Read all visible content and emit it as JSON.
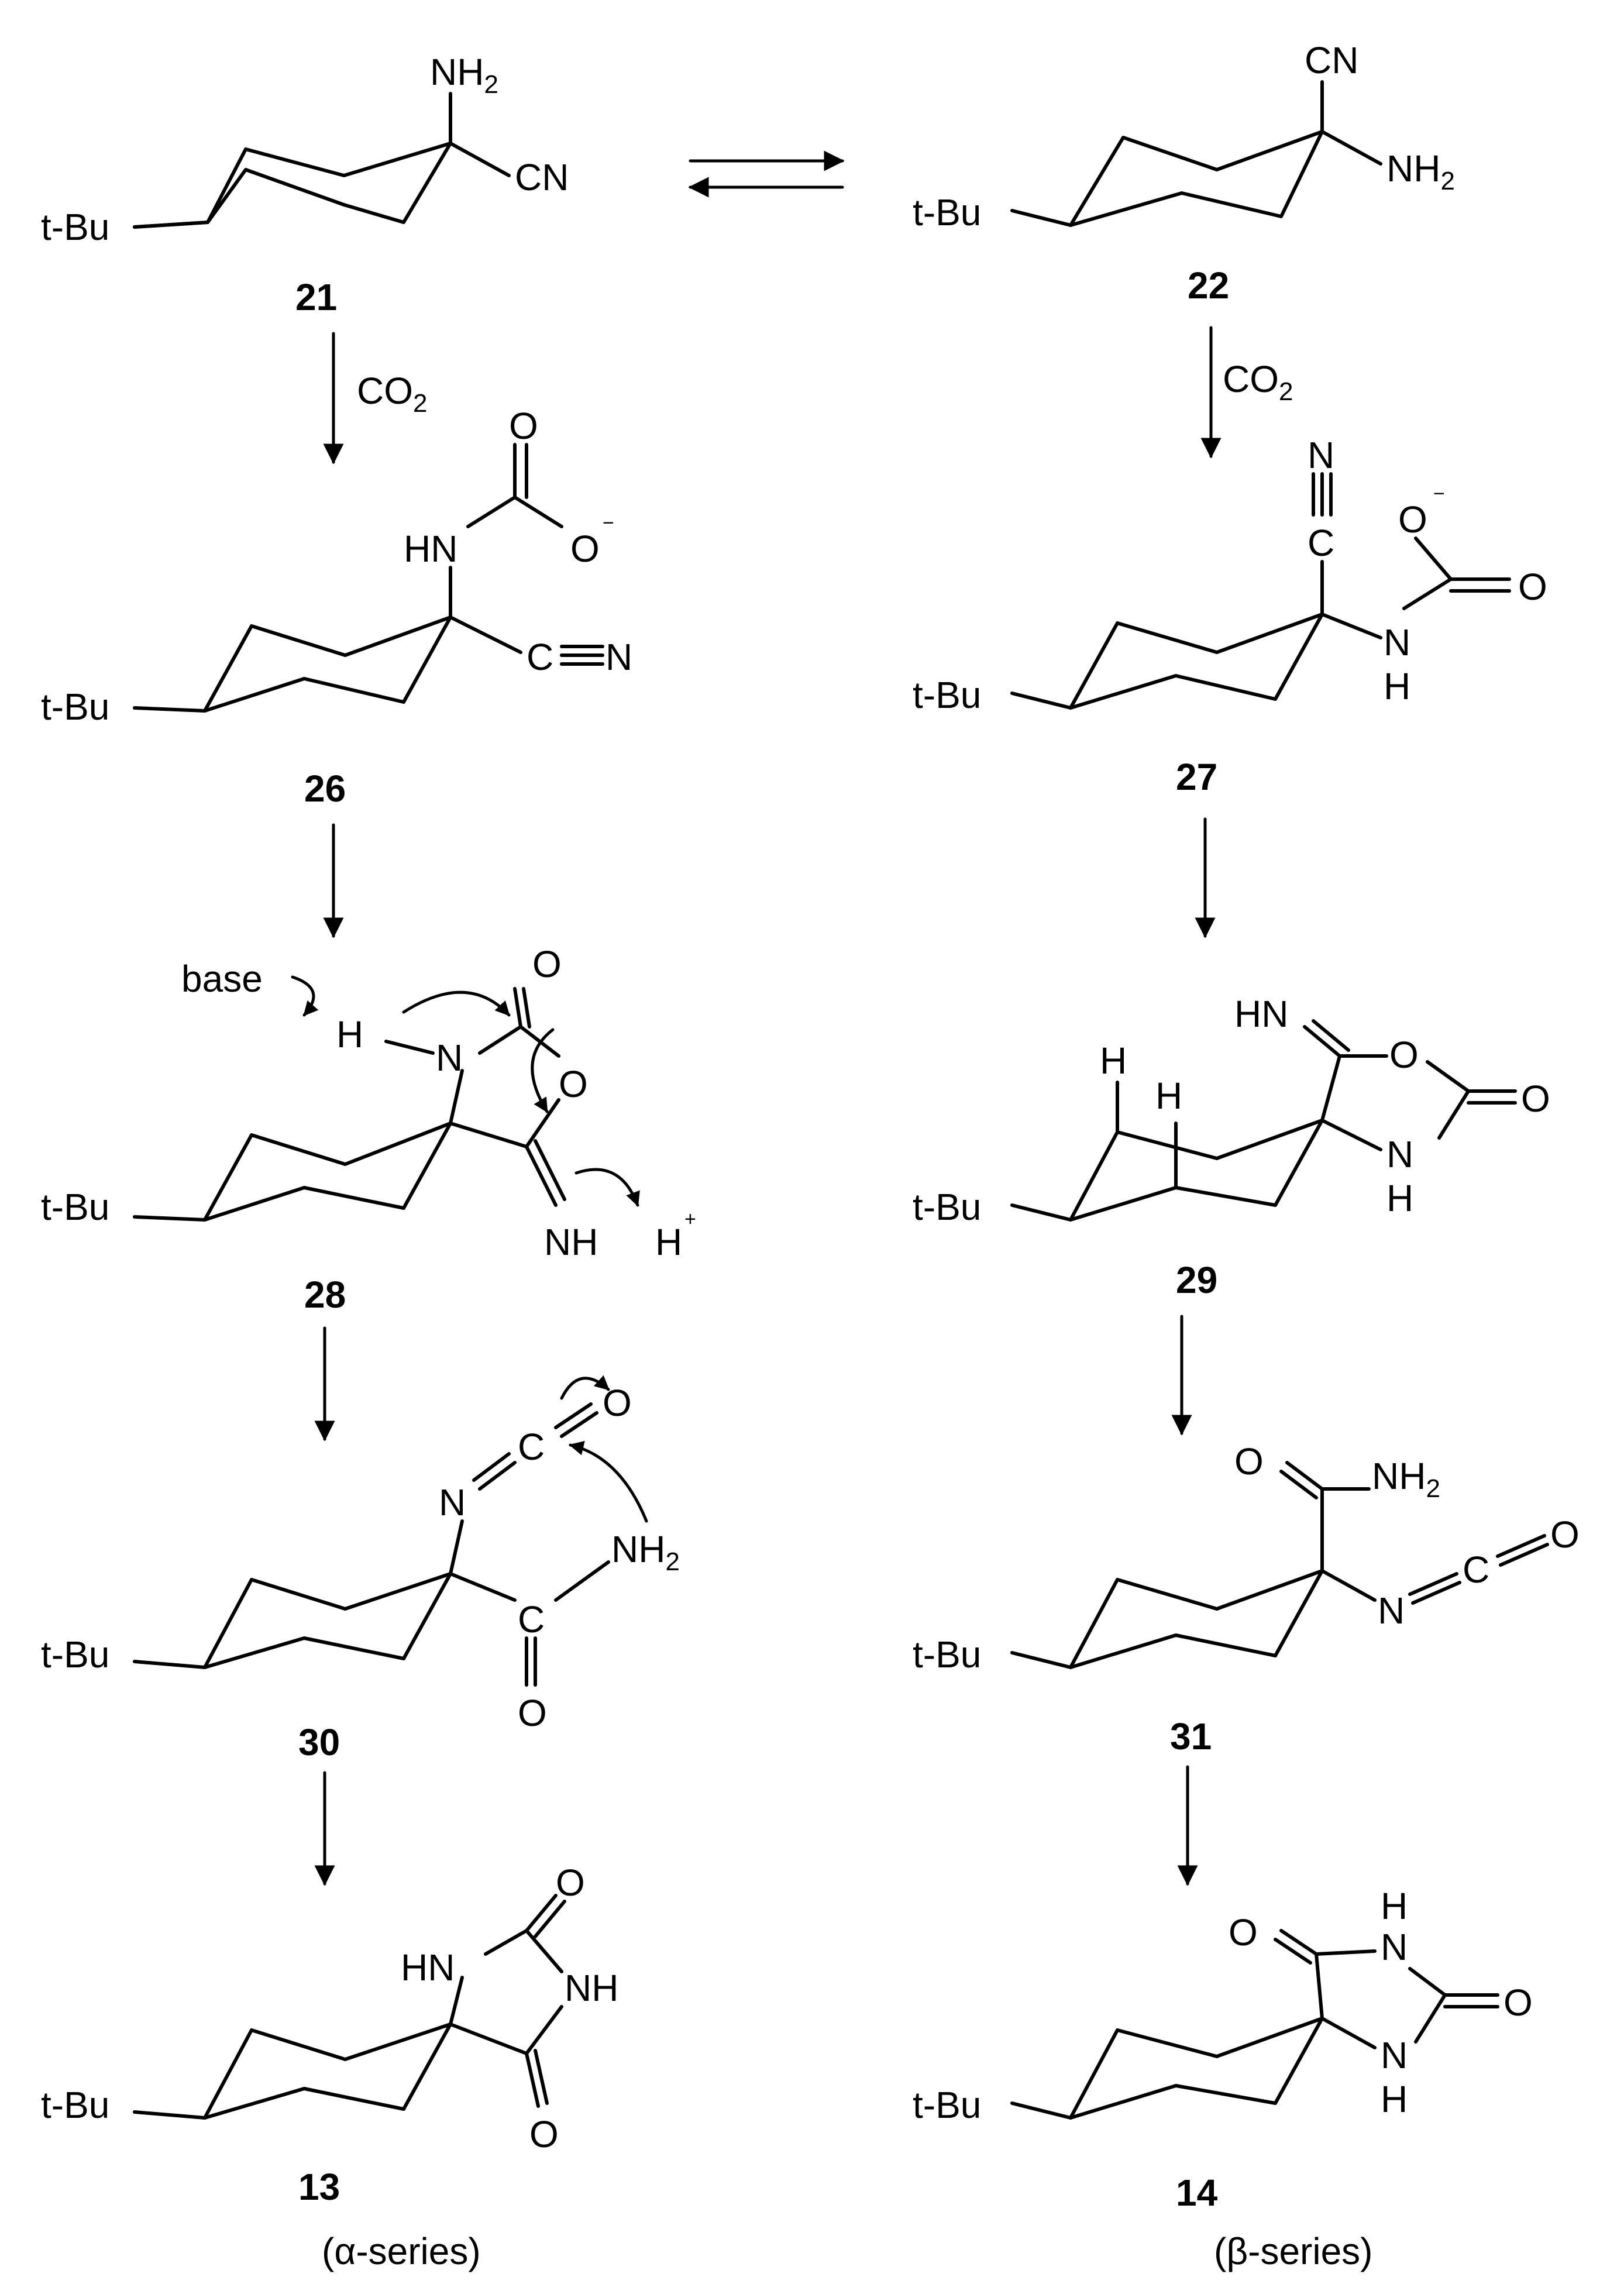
{
  "compounds": {
    "c21": {
      "number": "21",
      "tbu": "t-Bu",
      "nh2": "NH2",
      "cn": "CN"
    },
    "c22": {
      "number": "22",
      "tbu": "t-Bu",
      "cn": "CN",
      "nh2": "NH2"
    },
    "c26": {
      "number": "26",
      "tbu": "t-Bu",
      "o": "O",
      "hn": "HN",
      "o_minus": "O",
      "cn_c": "C",
      "cn_n": "N"
    },
    "c27": {
      "number": "27",
      "tbu": "t-Bu",
      "n": "N",
      "c": "C",
      "o_minus": "O",
      "o": "O",
      "nh_n": "N",
      "nh_h": "H"
    },
    "c28": {
      "number": "28",
      "tbu": "t-Bu",
      "base": "base",
      "h": "H",
      "n": "N",
      "o_top": "O",
      "o_ring": "O",
      "nh": "NH",
      "hplus": "H"
    },
    "c29": {
      "number": "29",
      "tbu": "t-Bu",
      "hn": "HN",
      "o_ring": "O",
      "o": "O",
      "h1": "H",
      "h2": "H",
      "nh_n": "N",
      "nh_h": "H"
    },
    "c30": {
      "number": "30",
      "tbu": "t-Bu",
      "o_top": "O",
      "c": "C",
      "n": "N",
      "nh2": "NH2",
      "c2": "C",
      "o_bottom": "O"
    },
    "c31": {
      "number": "31",
      "tbu": "t-Bu",
      "o_amide": "O",
      "nh2": "NH2",
      "n": "N",
      "c": "C",
      "o": "O"
    },
    "c13": {
      "number": "13",
      "tbu": "t-Bu",
      "o_top": "O",
      "hn": "HN",
      "nh": "NH",
      "o_bottom": "O",
      "series": "(α-series)"
    },
    "c14": {
      "number": "14",
      "tbu": "t-Bu",
      "h_top": "H",
      "n_top": "N",
      "o_left": "O",
      "o_right": "O",
      "n_bottom": "N",
      "h_bottom": "H",
      "series": "(β-series)"
    }
  },
  "reagents": {
    "co2_left": "CO2",
    "co2_right": "CO2"
  }
}
